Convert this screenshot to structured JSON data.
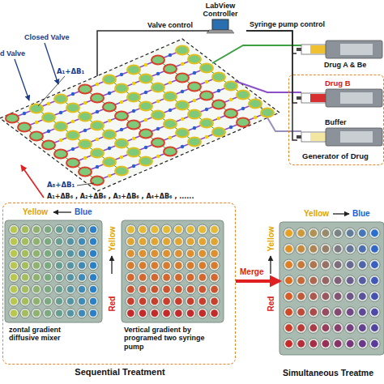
{
  "diagram": {
    "nodes": [
      {
        "text": [
          "LabView Controller"
        ]
      },
      {
        "text": [
          "Drug A & Be"
        ]
      },
      {
        "text": [
          "Generator of Drug"
        ]
      },
      {
        "text": [
          "Drug B"
        ],
        "in": 2
      },
      {
        "text": [
          "Buffer"
        ],
        "in": 2
      },
      {
        "text": [
          "Sequential Treatment"
        ]
      },
      {
        "text": [
          "zontal gradient diffusive mixer"
        ],
        "in": 5
      },
      {
        "text": [
          "Vertical gradient by programed two syringe pump"
        ],
        "in": 5
      },
      {
        "text": [
          "Simultaneous Treatme"
        ]
      }
    ],
    "edges": [
      {
        "from": 0,
        "to": 1,
        "arrow": "none",
        "label": "Syringe pump control"
      },
      {
        "from": 0,
        "to": 3,
        "arrow": "none"
      },
      {
        "from": 0,
        "to": 4,
        "arrow": "none"
      },
      {
        "from": 5,
        "to": 8,
        "arrow": "to",
        "label": "Merge"
      }
    ],
    "labels": [
      "Valve control",
      "Closed Valve",
      "d Valve",
      "A₁+ΔB₁",
      "A₈+ΔB₁",
      "A₁+ΔB₆ , A₂+ΔB₆ , A₃+ΔB₆ , A₄+ΔB₆ , ......",
      "Yellow",
      "Blue",
      "Yellow",
      "Red",
      "Yellow",
      "Blue",
      "Yellow",
      "Red"
    ]
  }
}
